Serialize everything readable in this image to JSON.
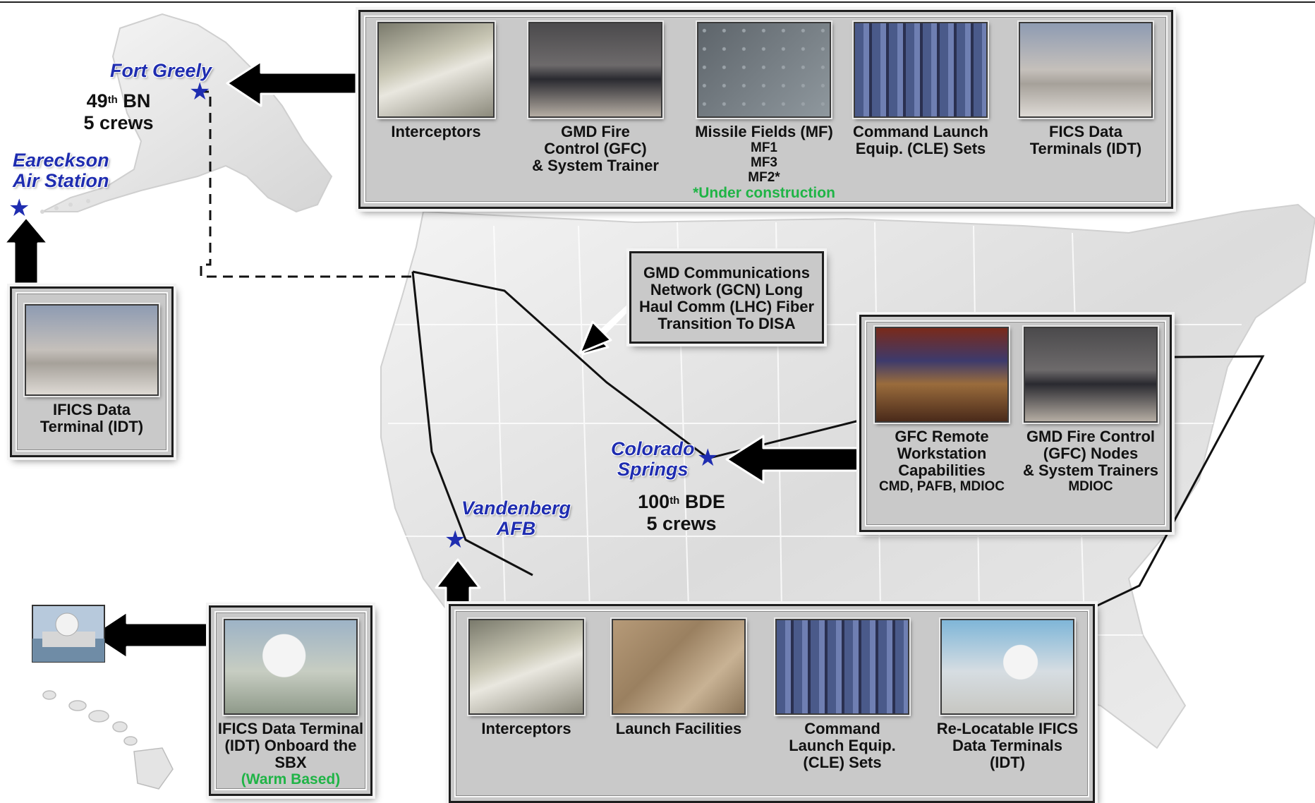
{
  "sites": {
    "fort_greely": "Fort Greely",
    "eareckson": "Eareckson\nAir Station",
    "colorado": "Colorado\nSprings",
    "vandenberg": "Vandenberg\nAFB"
  },
  "units": {
    "bn": {
      "num": "49",
      "sup": "th",
      "rest": " BN",
      "crews": "5 crews"
    },
    "bde": {
      "num": "100",
      "sup": "th",
      "rest": " BDE",
      "crews": "5 crews"
    }
  },
  "gcn_box": "GMD Communications\nNetwork (GCN) Long\nHaul Comm (LHC) Fiber\nTransition To DISA",
  "fort_greely_panel": {
    "items": [
      {
        "label": "Interceptors",
        "icon": "interceptor-photo-icon"
      },
      {
        "label": "GMD Fire\nControl (GFC)\n& System Trainer",
        "icon": "control-room-photo-icon"
      },
      {
        "label": "Missile Fields (MF)",
        "sub": "MF1\nMF3\nMF2*",
        "icon": "missile-field-photo-icon"
      },
      {
        "label": "Command Launch\nEquip. (CLE) Sets",
        "icon": "equipment-racks-photo-icon"
      },
      {
        "label": "FICS Data\nTerminals (IDT)",
        "icon": "data-terminal-photo-icon"
      }
    ],
    "note": "*Under construction"
  },
  "eareckson_panel": {
    "label": "IFICS Data\nTerminal (IDT)"
  },
  "sbx_panel": {
    "label": "IFICS Data Terminal\n(IDT) Onboard the\nSBX",
    "note": "(Warm Based)"
  },
  "colorado_panel": {
    "items": [
      {
        "label": "GFC Remote\nWorkstation\nCapabilities",
        "sub": "CMD, PAFB, MDIOC"
      },
      {
        "label": "GMD Fire Control\n(GFC) Nodes\n& System Trainers",
        "sub": "MDIOC"
      }
    ]
  },
  "vandenberg_panel": {
    "items": [
      {
        "label": "Interceptors"
      },
      {
        "label": "Launch Facilities"
      },
      {
        "label": "Command\nLaunch Equip.\n(CLE) Sets"
      },
      {
        "label": "Re-Locatable IFICS\nData Terminals\n(IDT)"
      }
    ]
  },
  "colors": {
    "site_blue": "#1f2db0",
    "note_green": "#1fb446",
    "panel_gray": "#c9c9c9"
  }
}
